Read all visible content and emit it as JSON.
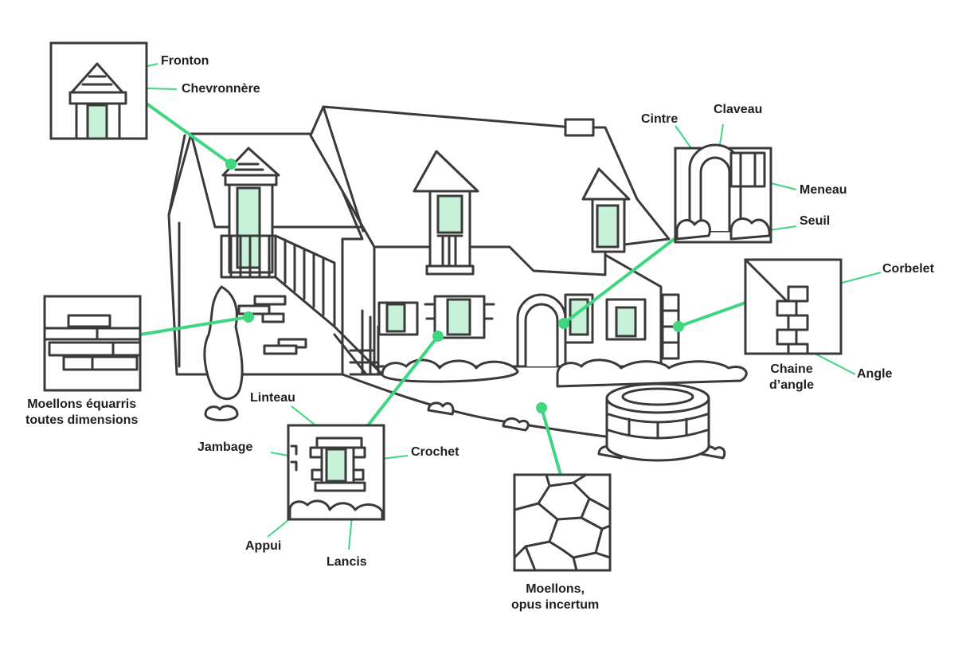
{
  "labels": {
    "fronton": "Fronton",
    "chevronnere": "Chevronnère",
    "cintre": "Cintre",
    "claveau": "Claveau",
    "meneau": "Meneau",
    "seuil": "Seuil",
    "corbelet": "Corbelet",
    "angle": "Angle",
    "chaine_angle": "Chaine\nd’angle",
    "moellons_equarris": "Moellons équarris\ntoutes dimensions",
    "linteau": "Linteau",
    "jambage": "Jambage",
    "crochet": "Crochet",
    "appui": "Appui",
    "lancis": "Lancis",
    "moellons_opus": "Moellons,\nopus incertum"
  },
  "colors": {
    "line": "#3a3a3a",
    "accent": "#3fd680",
    "glass": "#c6f1d8",
    "text": "#1f1f1f"
  }
}
